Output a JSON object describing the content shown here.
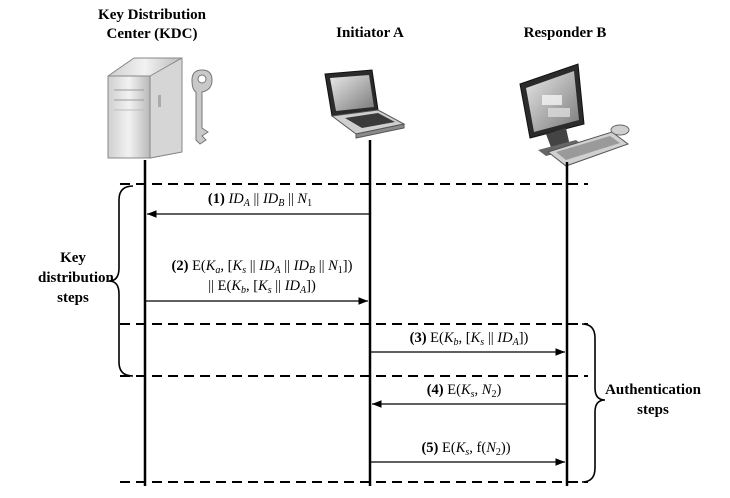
{
  "headers": {
    "kdc": "Key Distribution Center (KDC)",
    "initiator": "Initiator A",
    "responder": "Responder B"
  },
  "groups": {
    "key_distribution": "Key distribution steps",
    "authentication": "Authentication steps"
  },
  "messages": [
    {
      "num": "(1)",
      "text": "ID_A || ID_B || N_1",
      "from": "Initiator A",
      "to": "KDC"
    },
    {
      "num": "(2)",
      "text": "E(K_a, [K_s || ID_A || ID_B || N_1]) || E(K_b, [K_s || ID_A])",
      "from": "KDC",
      "to": "Initiator A"
    },
    {
      "num": "(3)",
      "text": "E(K_b, [K_s || ID_A])",
      "from": "Initiator A",
      "to": "Responder B"
    },
    {
      "num": "(4)",
      "text": "E(K_s, N_2)",
      "from": "Responder B",
      "to": "Initiator A"
    },
    {
      "num": "(5)",
      "text": "E(K_s, f(N_2))",
      "from": "Initiator A",
      "to": "Responder B"
    }
  ],
  "icons": [
    "server-icon",
    "key-icon",
    "laptop-icon",
    "desktop-computer-icon"
  ]
}
